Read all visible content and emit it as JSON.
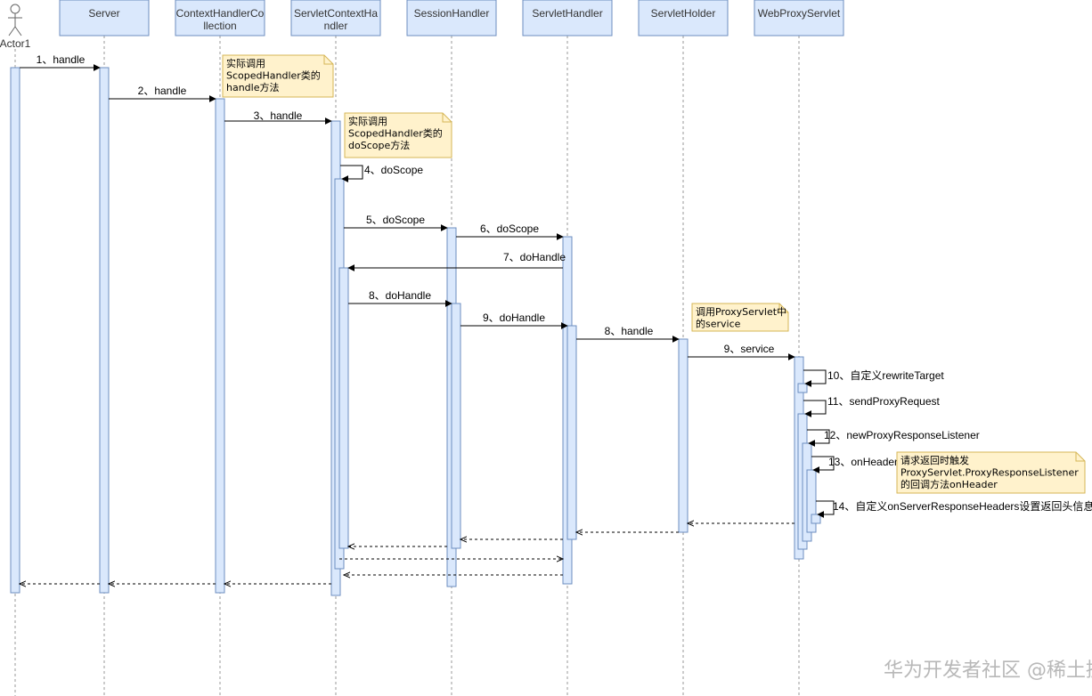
{
  "participants": [
    {
      "id": "actor1",
      "label": "Actor1",
      "kind": "actor"
    },
    {
      "id": "server",
      "label": "Server"
    },
    {
      "id": "chc",
      "label": [
        "ContextHandlerCo",
        "llection"
      ]
    },
    {
      "id": "sch",
      "label": [
        "ServletContextHa",
        "ndler"
      ]
    },
    {
      "id": "session",
      "label": "SessionHandler"
    },
    {
      "id": "servlethandler",
      "label": "ServletHandler"
    },
    {
      "id": "holder",
      "label": "ServletHolder"
    },
    {
      "id": "proxy",
      "label": "WebProxyServlet"
    }
  ],
  "messages": [
    {
      "id": "m1",
      "label": "1、handle",
      "from": "actor1",
      "to": "server",
      "type": "call"
    },
    {
      "id": "m2",
      "label": "2、handle",
      "from": "server",
      "to": "chc",
      "type": "call"
    },
    {
      "id": "m3",
      "label": "3、handle",
      "from": "chc",
      "to": "sch",
      "type": "call"
    },
    {
      "id": "m4",
      "label": "4、doScope",
      "from": "sch",
      "to": "sch",
      "type": "self"
    },
    {
      "id": "m5",
      "label": "5、doScope",
      "from": "sch",
      "to": "session",
      "type": "call"
    },
    {
      "id": "m6",
      "label": "6、doScope",
      "from": "session",
      "to": "servlethandler",
      "type": "call"
    },
    {
      "id": "m7",
      "label": "7、doHandle",
      "from": "servlethandler",
      "to": "sch",
      "type": "call"
    },
    {
      "id": "m8a",
      "label": "8、doHandle",
      "from": "sch",
      "to": "session",
      "type": "call"
    },
    {
      "id": "m9a",
      "label": "9、doHandle",
      "from": "session",
      "to": "servlethandler",
      "type": "call"
    },
    {
      "id": "m8b",
      "label": "8、handle",
      "from": "servlethandler",
      "to": "holder",
      "type": "call"
    },
    {
      "id": "m9b",
      "label": "9、service",
      "from": "holder",
      "to": "proxy",
      "type": "call"
    },
    {
      "id": "m10",
      "label": "10、自定义rewriteTarget",
      "from": "proxy",
      "to": "proxy",
      "type": "self"
    },
    {
      "id": "m11",
      "label": "11、sendProxyRequest",
      "from": "proxy",
      "to": "proxy",
      "type": "self"
    },
    {
      "id": "m12",
      "label": "12、newProxyResponseListener",
      "from": "proxy",
      "to": "proxy",
      "type": "self"
    },
    {
      "id": "m13",
      "label": "13、onHeader",
      "from": "proxy",
      "to": "proxy",
      "type": "self"
    },
    {
      "id": "m14",
      "label": "14、自定义onServerResponseHeaders设置返回头信息",
      "from": "proxy",
      "to": "proxy",
      "type": "self"
    }
  ],
  "notes": [
    {
      "id": "note1",
      "lines": [
        "实际调用",
        "ScopedHandler类的",
        "handle方法"
      ]
    },
    {
      "id": "note2",
      "lines": [
        "实际调用",
        "ScopedHandler类的",
        "doScope方法"
      ]
    },
    {
      "id": "note3",
      "lines": [
        "调用ProxyServlet中",
        "的service"
      ]
    },
    {
      "id": "note4",
      "lines": [
        "请求返回时触发",
        "ProxyServlet.ProxyResponseListener",
        "的回调方法onHeader"
      ]
    }
  ],
  "watermark": "华为开发者社区  @稀土掘金技术社区",
  "colors": {
    "header_fill": "#dae8fc",
    "header_stroke": "#6c8ebf",
    "activation_fill": "#dae8fc",
    "activation_stroke": "#6c8ebf",
    "note_fill": "#fff2cc",
    "note_stroke": "#d6b656",
    "line": "#000000",
    "lifeline": "#999999",
    "actor_stroke": "#666666"
  }
}
